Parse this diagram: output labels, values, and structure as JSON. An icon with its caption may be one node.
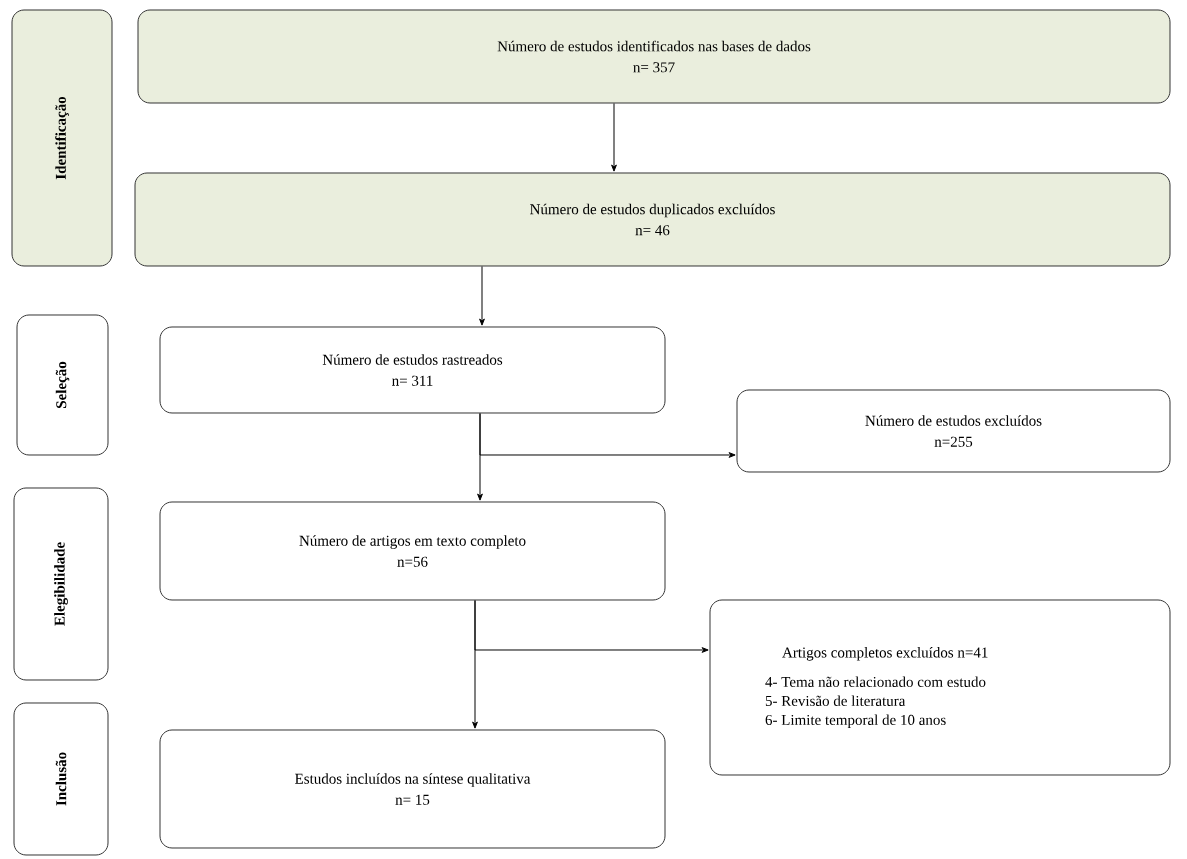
{
  "diagram": {
    "nodes": [
      {
        "text": [
          "Identificação"
        ]
      },
      {
        "text": [
          "Número de estudos identificados nas bases de dados",
          "n= 357"
        ]
      },
      {
        "text": [
          "Número de estudos duplicados excluídos",
          "n= 46"
        ]
      },
      {
        "text": [
          "Seleção"
        ]
      },
      {
        "text": [
          "Número de estudos rastreados",
          "n= 311"
        ]
      },
      {
        "text": [
          "Número de estudos excluídos",
          "n=255"
        ]
      },
      {
        "text": [
          "Elegibilidade"
        ]
      },
      {
        "text": [
          "Número de artigos em texto completo",
          "n=56"
        ]
      },
      {
        "text": [
          "Artigos completos excluídos n=41",
          "4- Tema não relacionado com estudo",
          "5- Revisão de literatura",
          "6- Limite temporal de 10 anos"
        ]
      },
      {
        "text": [
          "Inclusão"
        ]
      },
      {
        "text": [
          "Estudos incluídos na síntese qualitativa",
          "n= 15"
        ]
      }
    ],
    "edges": [
      {
        "from": 1,
        "to": 2,
        "arrow": "to"
      },
      {
        "from": 2,
        "to": 4,
        "arrow": "to"
      },
      {
        "from": 4,
        "to": 7,
        "arrow": "to"
      },
      {
        "from": 4,
        "to": 5,
        "arrow": "to"
      },
      {
        "from": 7,
        "to": 10,
        "arrow": "to"
      },
      {
        "from": 7,
        "to": 8,
        "arrow": "to"
      }
    ]
  }
}
